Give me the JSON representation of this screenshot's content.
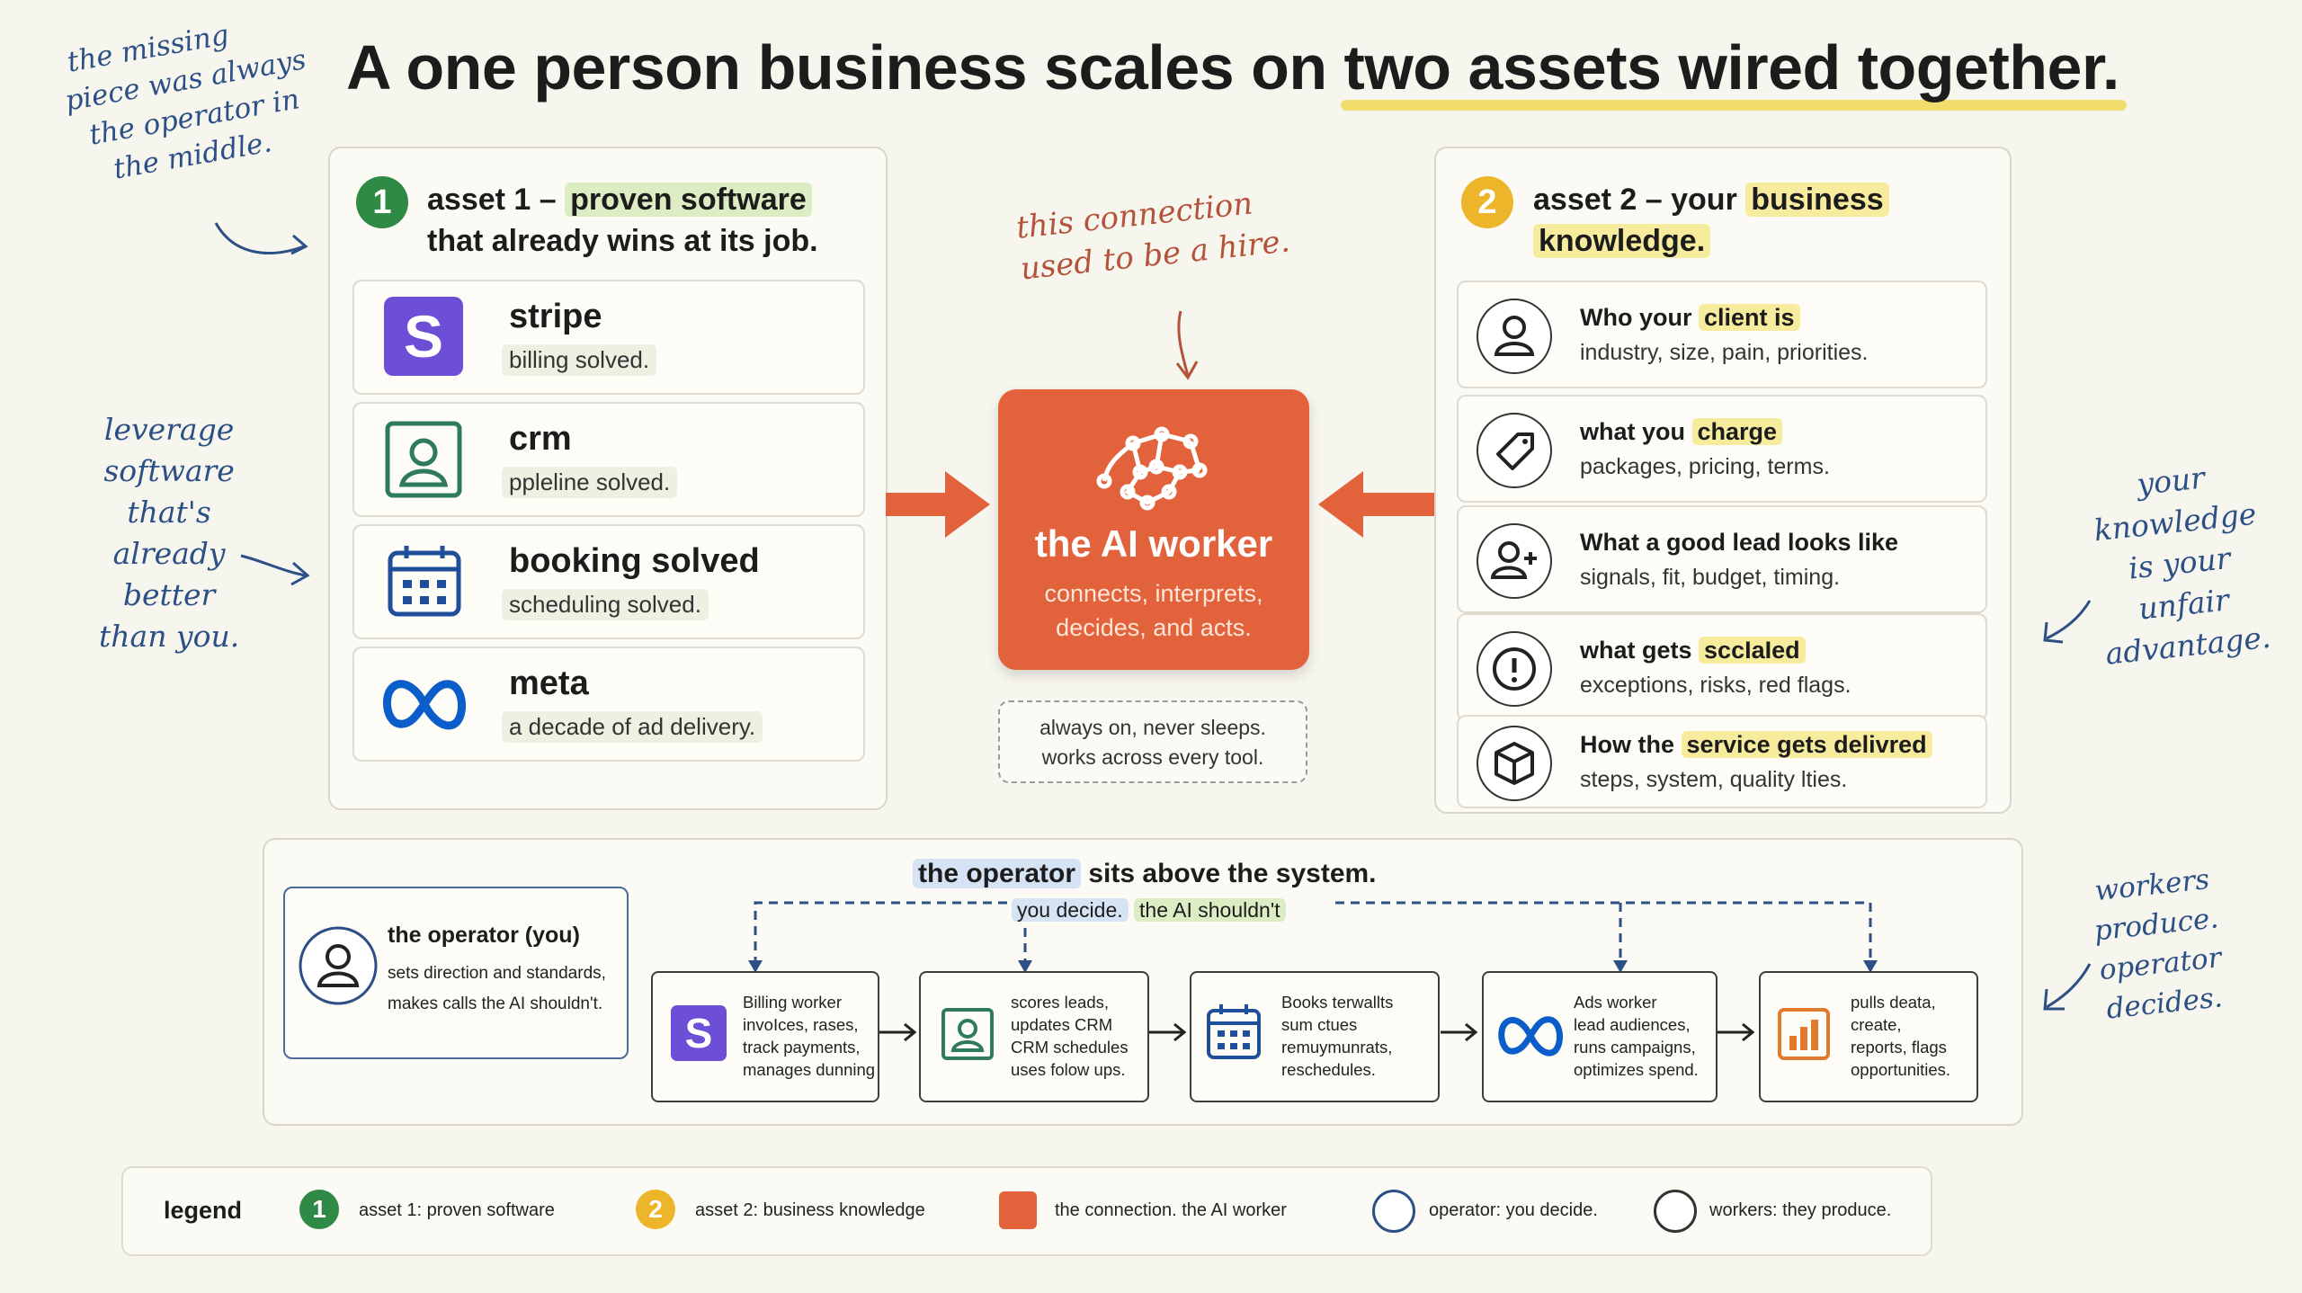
{
  "title": {
    "prefix": "A one person business scales on ",
    "highlight": "two assets wired together."
  },
  "annotations": {
    "top_left": [
      "the missing",
      "piece was always",
      "the operator in",
      "the middle."
    ],
    "mid_left": [
      "leverage",
      "software",
      "that's",
      "already",
      "better",
      "than you."
    ],
    "center_top": [
      "this connection",
      "used to be a hire."
    ],
    "right_mid": [
      "your",
      "knowledge",
      "is your",
      "unfair",
      "advantage."
    ],
    "right_bottom": [
      "workers",
      "produce.",
      "operator",
      "decides."
    ]
  },
  "asset1": {
    "number": "1",
    "title_prefix": "asset 1 – ",
    "title_highlight": "proven software",
    "title_line2": "that already wins at its job.",
    "cards": [
      {
        "name": "stripe",
        "sub": "billing solved.",
        "icon": "stripe-icon"
      },
      {
        "name": "crm",
        "sub": "ppleline solved.",
        "icon": "contact-card-icon"
      },
      {
        "name": "booking solved",
        "sub": "scheduling solved.",
        "icon": "calendar-icon"
      },
      {
        "name": "meta",
        "sub": "a decade of ad delivery.",
        "icon": "meta-infinity-icon"
      }
    ]
  },
  "center": {
    "title": "the AI worker",
    "desc_line1": "connects, interprets,",
    "desc_line2": "decides, and acts.",
    "note_line1": "always on, never sleeps.",
    "note_line2": "works across every tool."
  },
  "asset2": {
    "number": "2",
    "title_prefix": "asset 2 – your ",
    "title_highlight1": "business",
    "title_highlight2": "knowledge.",
    "cards": [
      {
        "pre": "Who your ",
        "hl": "client is",
        "sub": "industry, size, pain, priorities.",
        "icon": "person-icon"
      },
      {
        "pre": "what you ",
        "hl": "charge",
        "sub": "packages, pricing, terms.",
        "icon": "price-tag-icon"
      },
      {
        "pre": "What a good lead looks like",
        "hl": "",
        "sub": "signals, fit, budget, timing.",
        "icon": "person-add-icon"
      },
      {
        "pre": "what gets ",
        "hl": "sccIaIed",
        "sub": "exceptions, risks, red flags.",
        "icon": "alert-icon"
      },
      {
        "pre": "How the ",
        "hl": "service gets delivred",
        "sub": "steps, system, quality lties.",
        "icon": "box-icon"
      }
    ]
  },
  "operator": {
    "headline_hl": "the operator",
    "headline_rest": " sits above the system.",
    "sub_blue": "you decide.",
    "sub_green": "the AI shouldn't",
    "box_title": "the operator (you)",
    "box_line1": "sets direction and standards,",
    "box_line2": "makes calls the AI shouldn't."
  },
  "workers": [
    {
      "lines": [
        "Billing worker",
        "invoIces, rases,",
        "track payments,",
        "manages dunning"
      ],
      "icon": "stripe-icon"
    },
    {
      "lines": [
        "scores leads,",
        "updates CRM",
        "CRM schedules",
        "uses folow ups."
      ],
      "icon": "contact-card-icon"
    },
    {
      "lines": [
        "Books terwallts",
        "sum ctues",
        "remuymunrats,",
        "reschedules."
      ],
      "icon": "calendar-icon"
    },
    {
      "lines": [
        "Ads worker",
        "lead audiences,",
        "runs campaigns,",
        "optimizes spend."
      ],
      "icon": "meta-infinity-icon"
    },
    {
      "lines": [
        "pulls deata,",
        "create,",
        "reports, flags",
        "opportunities."
      ],
      "icon": "bar-chart-icon"
    }
  ],
  "legend": {
    "title": "legend",
    "items": [
      {
        "label": "asset 1: proven software",
        "marker": "1"
      },
      {
        "label": "asset 2: business knowledge",
        "marker": "2"
      },
      {
        "label": "the connection. the AI worker"
      },
      {
        "label": "operator: you decide."
      },
      {
        "label": "workers: they produce."
      }
    ]
  },
  "colors": {
    "green": "#2f8a45",
    "gold": "#ecb52a",
    "orange": "#e2623c",
    "blue": "#2c4f86",
    "stripe_purple": "#6c4fd6",
    "meta_blue": "#0b5ec9"
  }
}
